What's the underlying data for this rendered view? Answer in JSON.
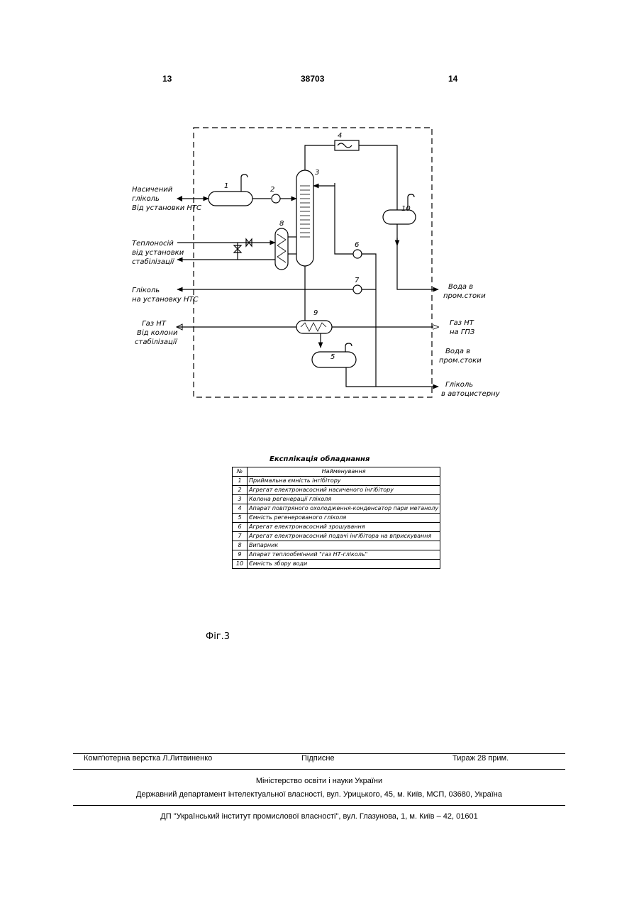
{
  "header": {
    "left": "13",
    "center": "38703",
    "right": "14"
  },
  "diagram": {
    "labels": {
      "in_glycol": [
        "Насичений",
        "гліколь",
        "Від установки НТС"
      ],
      "heat_carrier": [
        "Теплоносій",
        "від установки",
        "стабілізації"
      ],
      "glycol_out": [
        "Гліколь",
        "на установку НТС"
      ],
      "gas_in": [
        "Газ НТ",
        "Від колони",
        "стабілізації"
      ],
      "water_out1": [
        "Вода в",
        "пром.стоки"
      ],
      "gas_out": [
        "Газ НТ",
        "на ГПЗ"
      ],
      "water_out2": [
        "Вода в",
        "пром.стоки"
      ],
      "glycol_truck": [
        "Гліколь",
        "в автоцистерну"
      ]
    },
    "numbers": [
      "1",
      "2",
      "3",
      "4",
      "5",
      "6",
      "7",
      "8",
      "9",
      "10"
    ]
  },
  "legend": {
    "title": "Експлікація обладнання",
    "header": {
      "num": "№",
      "name": "Найменування"
    },
    "rows": [
      {
        "num": "1",
        "name": "Приймальна ємність інгібітору"
      },
      {
        "num": "2",
        "name": "Агрегат електронасосний насиченого інгібітору"
      },
      {
        "num": "3",
        "name": "Колона регенерації гліколя"
      },
      {
        "num": "4",
        "name": "Апарат повітряного охолодження-конденсатор пари метанолу"
      },
      {
        "num": "5",
        "name": "Ємність регенерованого гліколя"
      },
      {
        "num": "6",
        "name": "Агрегат електронасосний зрошування"
      },
      {
        "num": "7",
        "name": "Агрегат електронасосний подачі інгібітора на вприскування"
      },
      {
        "num": "8",
        "name": "Випарник"
      },
      {
        "num": "9",
        "name": "Апарат теплообмінний \"газ НТ-гліколь\""
      },
      {
        "num": "10",
        "name": "Ємність збору води"
      }
    ]
  },
  "figure_caption": "Фіг.3",
  "footer": {
    "typesetting": "Комп'ютерна верстка Л.Литвиненко",
    "signed": "Підписне",
    "circulation": "Тираж 28 прим.",
    "ministry": "Міністерство освіти і науки України",
    "department": "Державний департамент інтелектуальної власності, вул. Урицького, 45, м. Київ, МСП, 03680, Україна",
    "institute": "ДП \"Український інститут промислової власності\", вул. Глазунова, 1, м. Київ – 42, 01601"
  }
}
